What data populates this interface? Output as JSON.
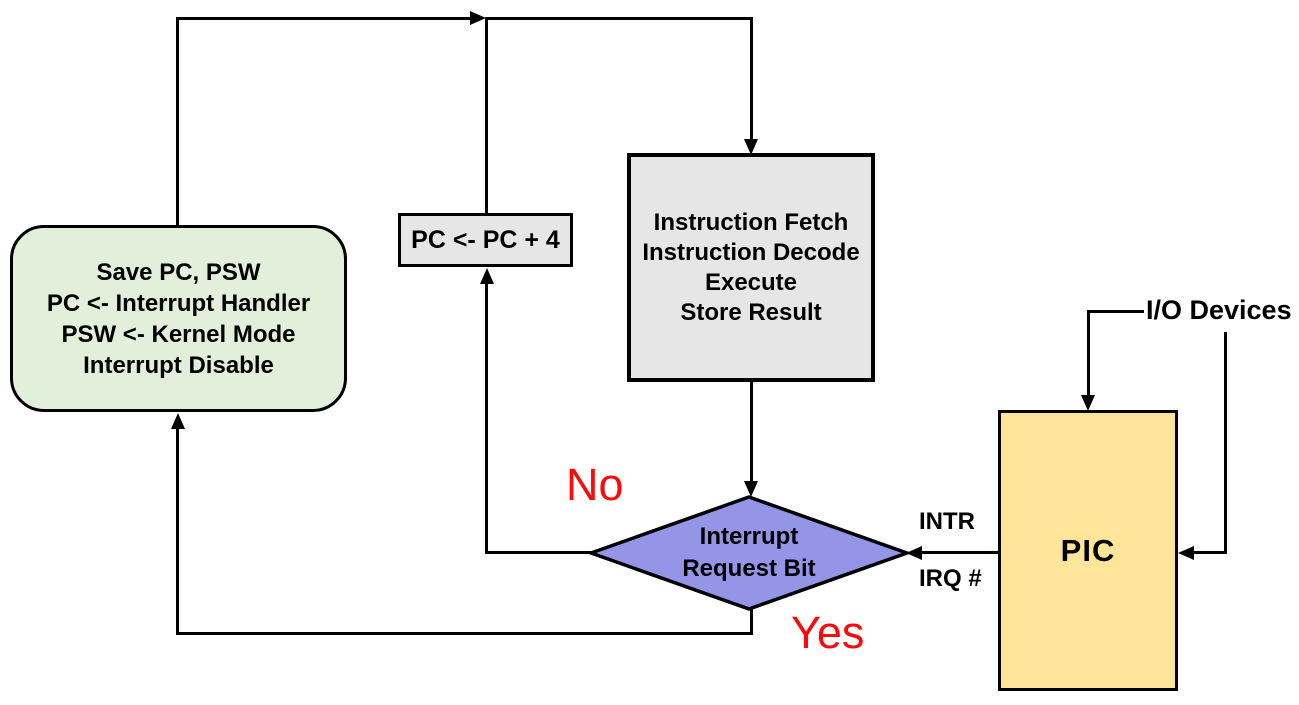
{
  "nodes": {
    "interrupt_entry": {
      "line1": "Save PC, PSW",
      "line2": "PC <- Interrupt Handler",
      "line3": "PSW <- Kernel Mode",
      "line4": "Interrupt Disable"
    },
    "pc_increment": {
      "label": "PC <- PC + 4"
    },
    "execute_cycle": {
      "line1": "Instruction Fetch",
      "line2": "Instruction Decode",
      "line3": "Execute",
      "line4": "Store Result"
    },
    "interrupt_check": {
      "line1": "Interrupt",
      "line2": "Request Bit"
    },
    "pic": {
      "label": "PIC"
    }
  },
  "labels": {
    "no": "No",
    "yes": "Yes",
    "intr": "INTR",
    "irq": "IRQ #",
    "io_devices": "I/O Devices"
  },
  "colors": {
    "entry_fill": "#e2efda",
    "process_fill": "#e7e6e6",
    "decision_fill": "#9595e8",
    "pic_fill": "#ffe599",
    "branch_label": "#fa0a0a",
    "line": "#000000"
  }
}
